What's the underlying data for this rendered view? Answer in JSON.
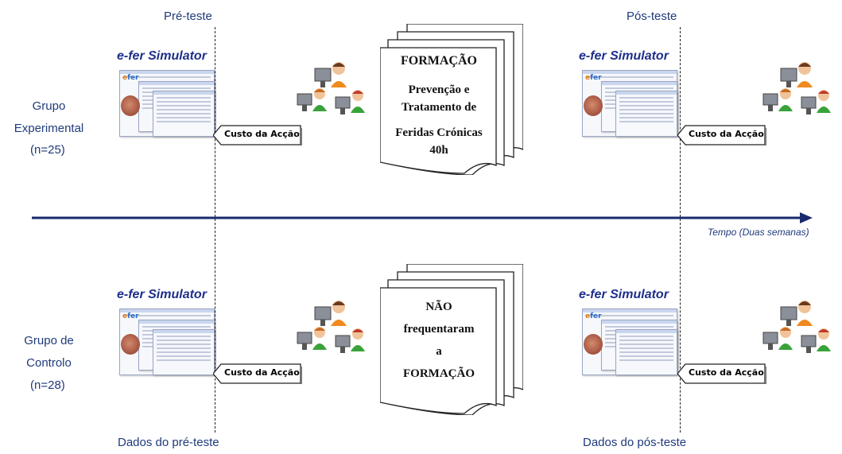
{
  "phases": {
    "pre_title": "Pré-teste",
    "post_title": "Pós-teste",
    "pre_data": "Dados do pré-teste",
    "post_data": "Dados do pós-teste"
  },
  "timeline": {
    "label": "Tempo (Duas semanas)"
  },
  "simulator": {
    "title": "e-fer Simulator",
    "brand": "efer"
  },
  "cost_label": "Custo da Acção",
  "groups": {
    "experimental": {
      "line1": "Grupo",
      "line2": "Experimental",
      "n": "(n=25)"
    },
    "control": {
      "line1": "Grupo de",
      "line2": "Controlo",
      "n": "(n=28)"
    }
  },
  "training": {
    "title": "FORMAÇÃO",
    "line1": "Prevenção e",
    "line2": "Tratamento de",
    "line3": "Feridas Crónicas",
    "line4": "40h"
  },
  "no_training": {
    "line1": "NÃO",
    "line2": "frequentaram",
    "line3": "a",
    "line4": "FORMAÇÃO"
  },
  "colors": {
    "text": "#1f3a7a",
    "axis": "#1a2a6c",
    "accent": "#1e2f8a"
  }
}
